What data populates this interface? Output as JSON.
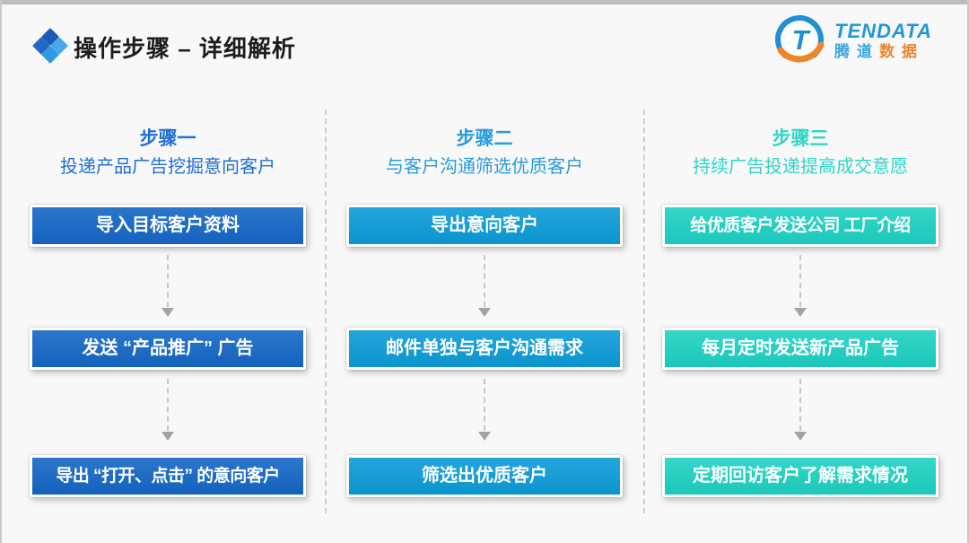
{
  "header": {
    "title": "操作步骤 – 详细解析"
  },
  "logo": {
    "brand_en": "TENDATA",
    "brand_cn_blue": "腾道",
    "brand_cn_orange": "数据",
    "mark_letter": "T",
    "colors": {
      "blue": "#2196d8",
      "orange": "#f08428"
    }
  },
  "columns": [
    {
      "step_label": "步骤一",
      "subtitle": "投递产品广告挖掘意向客户",
      "accent": "#1f6fd2",
      "box_color": "#1467c6",
      "boxes": [
        "导入目标客户资料",
        "发送 “产品推广” 广告",
        "导出 “打开、点击” 的意向客户"
      ]
    },
    {
      "step_label": "步骤二",
      "subtitle": "与客户沟通筛选优质客户",
      "accent": "#289bdd",
      "box_color": "#0c9cd8",
      "boxes": [
        "导出意向客户",
        "邮件单独与客户沟通需求",
        "筛选出优质客户"
      ]
    },
    {
      "step_label": "步骤三",
      "subtitle": "持续广告投递提高成交意愿",
      "accent": "#2fd6c7",
      "box_color": "#1dd2c3",
      "boxes": [
        "给优质客户发送公司 工厂介绍",
        "每月定时发送新产品广告",
        "定期回访客户了解需求情况"
      ]
    }
  ]
}
